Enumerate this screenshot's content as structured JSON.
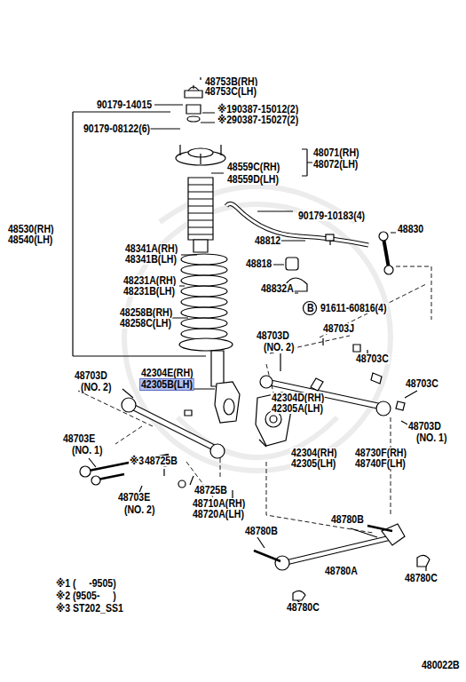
{
  "diagram": {
    "labels": [
      "48753B(RH)",
      "48753C(LH)",
      "90179-14015",
      "※190387-15012(2)",
      "※290387-15027(2)",
      "90179-08122(6)",
      "48071(RH)",
      "48072(LH)",
      "48559C(RH)",
      "48559D(LH)",
      "48530(RH)",
      "48540(LH)",
      "90179-10183(4)",
      "48830",
      "48812",
      "48341A(RH)",
      "48341B(LH)",
      "48818",
      "48832A",
      "B",
      "91611-60816(4)",
      "48231A(RH)",
      "48231B(LH)",
      "48258B(RH)",
      "48258C(LH)",
      "48703J",
      "48703D",
      "(NO. 2)",
      "48703C",
      "48703D",
      "(NO. 2)",
      "42304E(RH)",
      "42305B(LH)",
      "48703C",
      "42304D(RH)",
      "42305A(LH)",
      "48703D",
      "(NO. 1)",
      "48703E",
      "(NO. 1)",
      "※3",
      "48725B",
      "42304(RH)",
      "42305(LH)",
      "48730F(RH)",
      "48740F(LH)",
      "48725B",
      "48703E",
      "(NO. 2)",
      "48710A(RH)",
      "48720A(LH)",
      "48780B",
      "48780B",
      "48780A",
      "48780C",
      "48780C",
      "※1 (     -9505)",
      "※2 (9505-     )",
      "※3 ST202_SS1",
      "480022B"
    ]
  }
}
